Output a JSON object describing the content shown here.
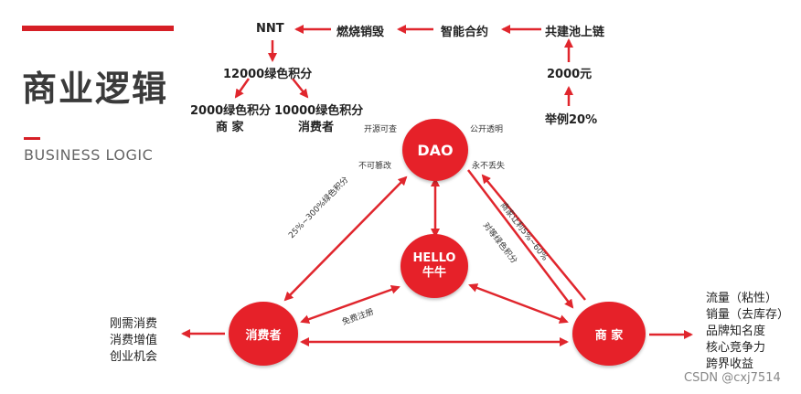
{
  "title": "商业逻辑",
  "subtitle": "BUSINESS LOGIC",
  "flow": {
    "nnt": "NNT",
    "burn": "燃烧销毁",
    "contract": "智能合约",
    "chain": "共建池上链",
    "points_12000": "12000绿色积分",
    "points_2000": "2000绿色积分",
    "merchant_under": "商 家",
    "points_10000": "10000绿色积分",
    "consumer_under": "消费者",
    "amount": "2000元",
    "example": "举例20%"
  },
  "nodes": {
    "dao": "DAO",
    "hello_line1": "HELLO",
    "hello_line2": "牛牛",
    "consumer": "消费者",
    "merchant": "商 家"
  },
  "dao_tags": {
    "open_source": "开源可查",
    "public": "公开透明",
    "tamper": "不可篡改",
    "never_lost": "永不丢失"
  },
  "edges": {
    "consumer_dao": "25%~300%绿色积分",
    "merchant_profit": "商家让利5%~60%",
    "merchant_points": "对等绿色积分",
    "free_register": "免费注册"
  },
  "consumer_benefits": [
    "刚需消费",
    "消费增值",
    "创业机会"
  ],
  "merchant_benefits": [
    "流量（粘性）",
    "销量（去库存）",
    "品牌知名度",
    "核心竞争力",
    "跨界收益"
  ],
  "watermark": "CSDN @cxj7514",
  "colors": {
    "accent": "#e62129",
    "arrow": "#e0262d"
  }
}
